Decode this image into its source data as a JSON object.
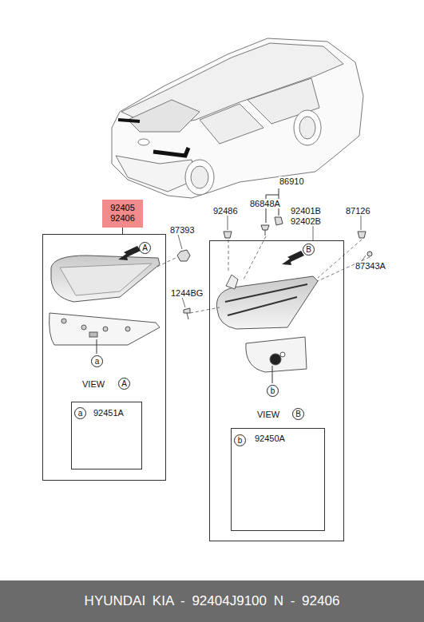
{
  "diagram": {
    "nodes": [
      {
        "text": [
          "92405 92406"
        ]
      },
      {
        "text": [
          "VIEW"
        ]
      },
      {
        "text": [
          "a",
          "92451A"
        ],
        "in": 1
      },
      {
        "text": [
          "VIEW"
        ]
      },
      {
        "text": [
          "b",
          "92450A"
        ],
        "in": 3
      },
      {
        "text": [
          "HYUNDAI KIA - 92404J9100 N - 92406"
        ]
      }
    ],
    "edges": [
      {
        "from": 0,
        "to": 1,
        "arrow": "none"
      }
    ],
    "labels": [
      "87393",
      "A",
      "a",
      "A",
      "86910",
      "86848A",
      "92486",
      "92401B",
      "92402B",
      "87126",
      "1244BG",
      "B",
      "87343A",
      "b",
      "B"
    ]
  }
}
